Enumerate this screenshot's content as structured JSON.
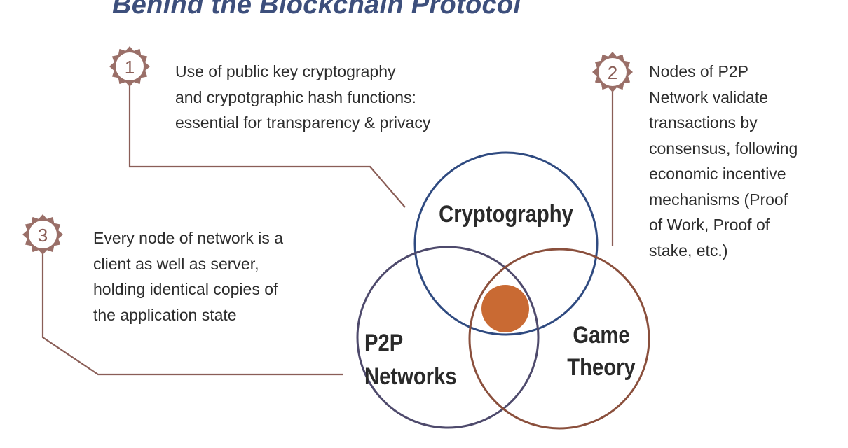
{
  "title": "Behind the Blockchain Protocol",
  "notes": [
    {
      "number": "1",
      "lines": [
        "Use of public key cryptography",
        "and crypotgraphic hash functions:",
        "essential for transparency & privacy"
      ]
    },
    {
      "number": "2",
      "lines": [
        "Nodes of P2P",
        "Network validate",
        "transactions by",
        "consensus, following",
        "economic incentive",
        "mechanisms (Proof",
        "of Work, Proof of",
        "stake, etc.)"
      ]
    },
    {
      "number": "3",
      "lines": [
        "Every node of network is a",
        "client as well as server,",
        "holding identical copies of",
        "the application state"
      ]
    }
  ],
  "venn": {
    "cryptography": [
      "Cryptography"
    ],
    "p2p": [
      "P2P",
      "Networks"
    ],
    "game_theory": [
      "Game",
      "Theory"
    ]
  },
  "colors": {
    "title": "#3d4f7c",
    "connector": "#8a5e57",
    "badge_fill": "#9a6f68",
    "cryptography_circle": "#2f4a80",
    "p2p_circle": "#4e4a6c",
    "game_theory_circle": "#8a4f3c",
    "center_dot": "#c96a33"
  }
}
